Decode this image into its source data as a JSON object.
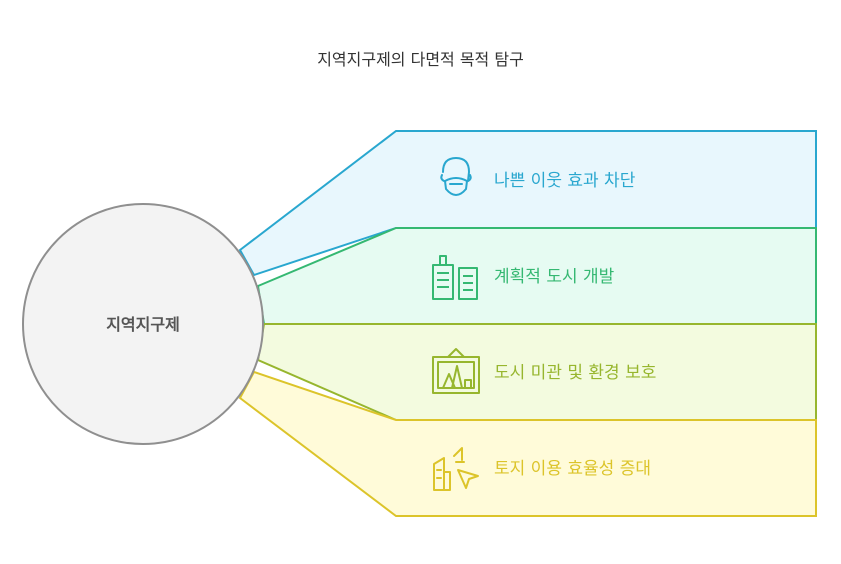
{
  "title": "지역지구제의 다면적 목적 탐구",
  "center": {
    "label": "지역지구제"
  },
  "branches": [
    {
      "label": "나쁜 이웃 효과 차단",
      "icon": "person-mask-icon",
      "color": "#29a7cf",
      "fill": "#e8f7fd"
    },
    {
      "label": "계획적 도시 개발",
      "icon": "buildings-icon",
      "color": "#35b872",
      "fill": "#e6fbf2"
    },
    {
      "label": "도시 미관 및 환경 보호",
      "icon": "framed-landscape-icon",
      "color": "#97b62e",
      "fill": "#f3fbdf"
    },
    {
      "label": "토지 이용 효율성 증대",
      "icon": "land-use-cursor-icon",
      "color": "#dcc42a",
      "fill": "#fffbd9"
    }
  ]
}
